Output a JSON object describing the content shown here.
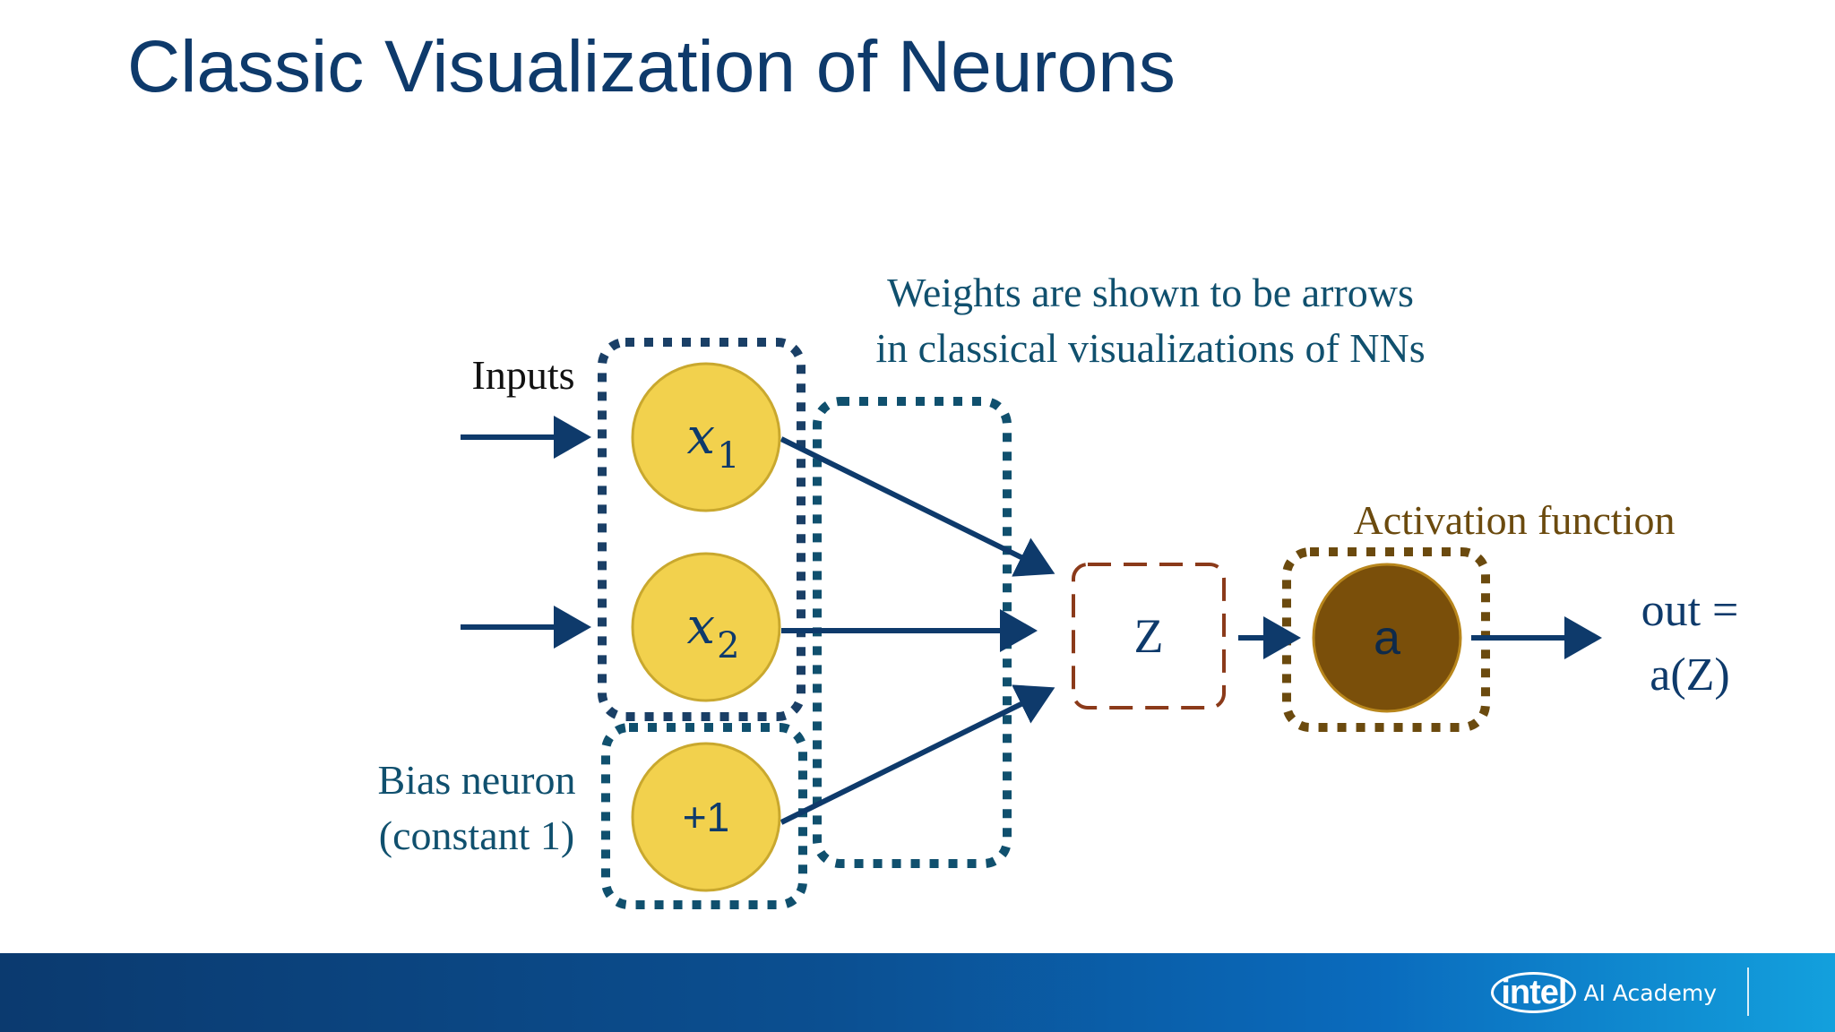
{
  "title": "Classic Visualization of Neurons",
  "labels": {
    "inputs": "Inputs",
    "bias_line1": "Bias neuron",
    "bias_line2": "(constant 1)",
    "weights_line1": "Weights are shown to be arrows",
    "weights_line2": "in classical visualizations of NNs",
    "activation": "Activation function",
    "out_line1": "out =",
    "out_line2": "a(Z)"
  },
  "nodes": {
    "x1_base": "x",
    "x1_sub": "1",
    "x2_base": "x",
    "x2_sub": "2",
    "bias": "+1",
    "z": "Z",
    "a": "a"
  },
  "colors": {
    "navy": "#0e3a6b",
    "teal": "#10506e",
    "neuron_fill": "#f2d14d",
    "neuron_stroke": "#c9a82e",
    "activation_fill": "#7a4f0a",
    "activation_stroke": "#b8861c",
    "activation_text": "#6b4a0e",
    "z_box": "#8b3a1a"
  },
  "footer": {
    "logo": "intel",
    "brand": "AI Academy"
  }
}
